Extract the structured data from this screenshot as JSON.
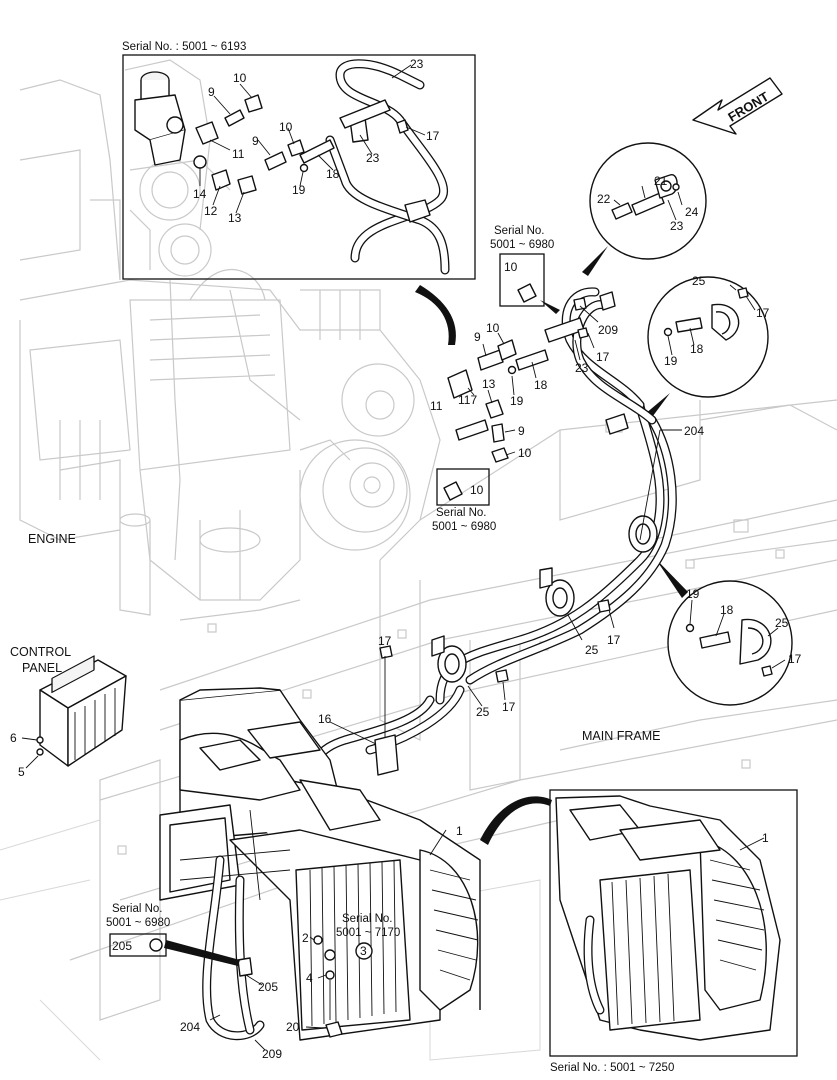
{
  "labels": {
    "engine": "ENGINE",
    "control_panel_line1": "CONTROL",
    "control_panel_line2": "PANEL",
    "main_frame": "MAIN FRAME",
    "front": "FRONT"
  },
  "serials": {
    "inset_top": "Serial No. : 5001 ~ 6193",
    "box_10_upper_l1": "Serial No.",
    "box_10_upper_l2": "5001 ~ 6980",
    "box_10_lower_l1": "Serial No.",
    "box_10_lower_l2": "5001 ~ 6980",
    "box_205_l1": "Serial No.",
    "box_205_l2": "5001 ~ 6980",
    "sn_3_l1": "Serial No.",
    "sn_3_l2": "5001 ~ 7170",
    "inset_bottom": "Serial No. : 5001 ~ 7250"
  },
  "callouts": {
    "t10a": "10",
    "t9a": "9",
    "t11a": "11",
    "t14": "14",
    "t12": "12",
    "t9b": "9",
    "t10b": "10",
    "t19a": "19",
    "t18a": "18",
    "t13a": "13",
    "t23a": "23",
    "t23b": "23",
    "t17a": "17",
    "t21": "21",
    "t22": "22",
    "t24": "24",
    "t23c": "23",
    "t10box": "10",
    "t10c": "10",
    "t9c": "9",
    "t209a": "209",
    "t17b": "17",
    "t11b": "11",
    "t117": "117",
    "t13b": "13",
    "t19b": "19",
    "t18b": "18",
    "t23d": "23",
    "t9d": "9",
    "t10d": "10",
    "t10box2": "10",
    "t25a": "25",
    "t17c": "17",
    "t19c": "19",
    "t18c": "18",
    "t204a": "204",
    "t19d": "19",
    "t18d": "18",
    "t25b": "25",
    "t17d": "17",
    "t17e": "17",
    "t25c": "25",
    "t17f": "17",
    "t16": "16",
    "t25d": "25",
    "t17g": "17",
    "t6": "6",
    "t5": "5",
    "t1a": "1",
    "t1b": "1",
    "t205box": "205",
    "t205": "205",
    "t2": "2",
    "t3": "3",
    "t4": "4",
    "t204b": "204",
    "t20": "20",
    "t209b": "209"
  }
}
